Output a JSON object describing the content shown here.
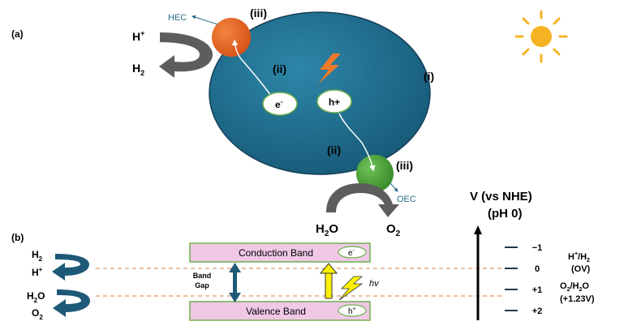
{
  "panel_a": {
    "label": "(a)",
    "hec_label": "HEC",
    "oec_label": "OEC",
    "h_plus": "H",
    "h_plus_sup": "+",
    "h2": "H",
    "h2_sub": "2",
    "h2o": "H",
    "h2o_sub": "2",
    "h2o_tail": "O",
    "o2": "O",
    "o2_sub": "2",
    "step_i": "(i)",
    "step_ii_top": "(ii)",
    "step_ii_bottom": "(ii)",
    "step_iii_top": "(iii)",
    "step_iii_bottom": "(iii)",
    "electron": "e",
    "electron_sup": "-",
    "hole": "h+"
  },
  "panel_b": {
    "label": "(b)",
    "conduction_band": "Conduction Band",
    "valence_band": "Valence Band",
    "band_gap_line1": "Band",
    "band_gap_line2": "Gap",
    "hv": "hv",
    "electron": "e",
    "electron_sup": "-",
    "hole": "h",
    "hole_sup": "+",
    "left_h2": "H",
    "left_h2_sub": "2",
    "left_hplus": "H",
    "left_hplus_sup": "+",
    "left_h2o": "H",
    "left_h2o_sub": "2",
    "left_h2o_tail": "O",
    "left_o2": "O",
    "left_o2_sub": "2"
  },
  "scale": {
    "title_line1": "V (vs NHE)",
    "title_line2": "(pH 0)",
    "ticks": [
      "−1",
      "0",
      "+1",
      "+2"
    ],
    "ref1_line1_a": "H",
    "ref1_line1_sup": "+",
    "ref1_line1_b": "/H",
    "ref1_line1_sub": "2",
    "ref1_line2": "(OV)",
    "ref2_line1_a": "O",
    "ref2_line1_sub1": "2",
    "ref2_line1_b": "/H",
    "ref2_line1_sub2": "2",
    "ref2_line1_c": "O",
    "ref2_line2": "(+1.23V)"
  },
  "colors": {
    "particle_fill": "#1f6e8c",
    "particle_edge": "#163f5a",
    "cocatalyst_hec": "#e8642a",
    "cocatalyst_oec": "#4aa83a",
    "band_fill": "#f0c8e6",
    "band_edge": "#6fb04f",
    "arrow_dark": "#1e5a78",
    "arrow_gray": "#5d5d5d",
    "sun": "#f5b323",
    "dash": "#e07a3a",
    "hv_arrow": "#fff200",
    "label_teal": "#2d6e8e"
  },
  "icons": {
    "sun": "sun-icon",
    "lightning_top": "lightning-icon",
    "lightning_band": "lightning-icon"
  }
}
